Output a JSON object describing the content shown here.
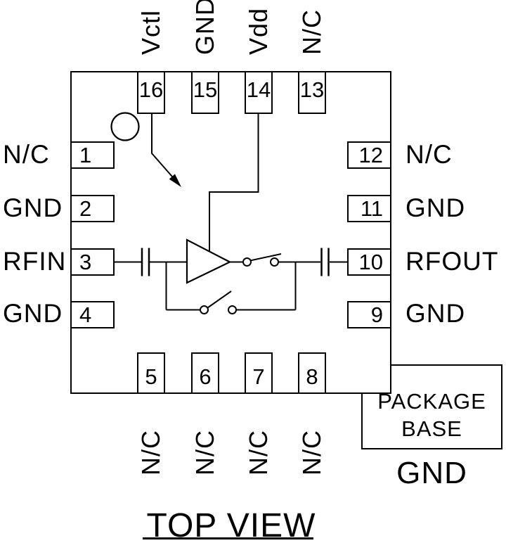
{
  "diagram": {
    "title": "TOP VIEW",
    "package_base": {
      "line1": "PACKAGE",
      "line2": "BASE",
      "ground": "GND"
    }
  },
  "pins": {
    "top": [
      {
        "number": "16",
        "label": "Vctl"
      },
      {
        "number": "15",
        "label": "GND"
      },
      {
        "number": "14",
        "label": "Vdd"
      },
      {
        "number": "13",
        "label": "N/C"
      }
    ],
    "bottom": [
      {
        "number": "5",
        "label": "N/C"
      },
      {
        "number": "6",
        "label": "N/C"
      },
      {
        "number": "7",
        "label": "N/C"
      },
      {
        "number": "8",
        "label": "N/C"
      }
    ],
    "left": [
      {
        "number": "1",
        "label": "N/C"
      },
      {
        "number": "2",
        "label": "GND"
      },
      {
        "number": "3",
        "label": "RFIN"
      },
      {
        "number": "4",
        "label": "GND"
      }
    ],
    "right": [
      {
        "number": "12",
        "label": "N/C"
      },
      {
        "number": "11",
        "label": "GND"
      },
      {
        "number": "10",
        "label": "RFOUT"
      },
      {
        "number": "9",
        "label": "GND"
      }
    ]
  },
  "icons": {
    "pin1_marker": "circle",
    "control_arrow": "filled-diagonal-arrow",
    "amplifier": "triangle",
    "capacitor": "parallel-plates",
    "switch": "two-contact-circles-with-blade"
  },
  "colors": {
    "line": "#000000",
    "background": "#ffffff"
  }
}
